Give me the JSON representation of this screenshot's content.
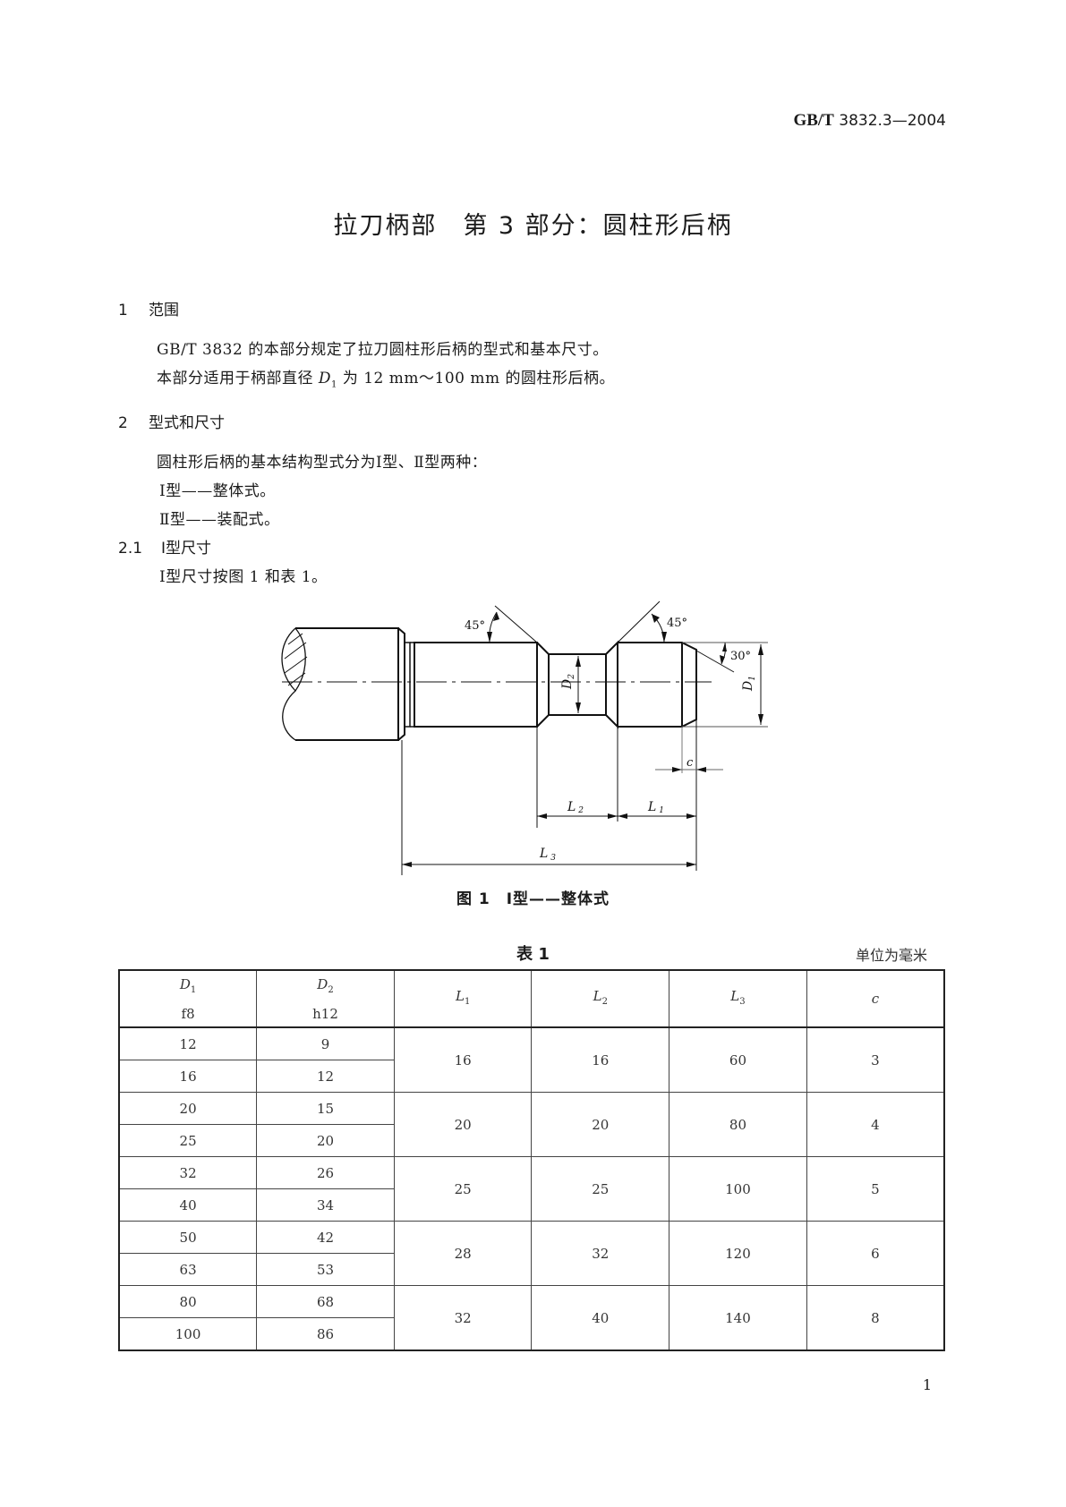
{
  "header": {
    "standard_prefix": "GB/T",
    "standard_number": "3832.3—2004"
  },
  "title": "拉刀柄部　第 3 部分：圆柱形后柄",
  "sections": [
    {
      "number": "1",
      "heading": "范围",
      "paragraphs": [
        "GB/T 3832 的本部分规定了拉刀圆柱形后柄的型式和基本尺寸。",
        "本部分适用于柄部直径 D1 为 12 mm～100 mm 的圆柱形后柄。"
      ]
    },
    {
      "number": "2",
      "heading": "型式和尺寸",
      "paragraphs": [
        "圆柱形后柄的基本结构型式分为Ⅰ型、Ⅱ型两种：",
        "Ⅰ型——整体式。",
        "Ⅱ型——装配式。"
      ]
    },
    {
      "number": "2.1",
      "heading": "Ⅰ型尺寸",
      "paragraphs": [
        "Ⅰ型尺寸按图 1 和表 1。"
      ]
    }
  ],
  "para_parts": {
    "scope_p2_before": "本部分适用于柄部直径 ",
    "scope_p2_var": "D",
    "scope_p2_sub": "1",
    "scope_p2_after": " 为 12 mm～100 mm 的圆柱形后柄。"
  },
  "figure": {
    "caption": "图 1　Ⅰ型——整体式",
    "labels": {
      "angle_left": "45°",
      "angle_right": "45°",
      "angle_chamfer": "30°",
      "d1": "D",
      "d1_sub": "1",
      "d2": "D",
      "d2_sub": "2",
      "l1": "L",
      "l1_sub": "1",
      "l2": "L",
      "l2_sub": "2",
      "l3": "L",
      "l3_sub": "3",
      "c": "c"
    }
  },
  "table": {
    "caption": "表 1",
    "unit": "单位为毫米",
    "headers": [
      {
        "symbol": "D",
        "sub": "1",
        "tolerance": "f8"
      },
      {
        "symbol": "D",
        "sub": "2",
        "tolerance": "h12"
      },
      {
        "symbol": "L",
        "sub": "1",
        "tolerance": ""
      },
      {
        "symbol": "L",
        "sub": "2",
        "tolerance": ""
      },
      {
        "symbol": "L",
        "sub": "3",
        "tolerance": ""
      },
      {
        "symbol": "c",
        "sub": "",
        "tolerance": ""
      }
    ],
    "groups": [
      {
        "rows": [
          {
            "D1": "12",
            "D2": "9"
          },
          {
            "D1": "16",
            "D2": "12"
          }
        ],
        "L1": "16",
        "L2": "16",
        "L3": "60",
        "c": "3"
      },
      {
        "rows": [
          {
            "D1": "20",
            "D2": "15"
          },
          {
            "D1": "25",
            "D2": "20"
          }
        ],
        "L1": "20",
        "L2": "20",
        "L3": "80",
        "c": "4"
      },
      {
        "rows": [
          {
            "D1": "32",
            "D2": "26"
          },
          {
            "D1": "40",
            "D2": "34"
          }
        ],
        "L1": "25",
        "L2": "25",
        "L3": "100",
        "c": "5"
      },
      {
        "rows": [
          {
            "D1": "50",
            "D2": "42"
          },
          {
            "D1": "63",
            "D2": "53"
          }
        ],
        "L1": "28",
        "L2": "32",
        "L3": "120",
        "c": "6"
      },
      {
        "rows": [
          {
            "D1": "80",
            "D2": "68"
          },
          {
            "D1": "100",
            "D2": "86"
          }
        ],
        "L1": "32",
        "L2": "40",
        "L3": "140",
        "c": "8"
      }
    ]
  },
  "footer": {
    "page_number": "1"
  }
}
